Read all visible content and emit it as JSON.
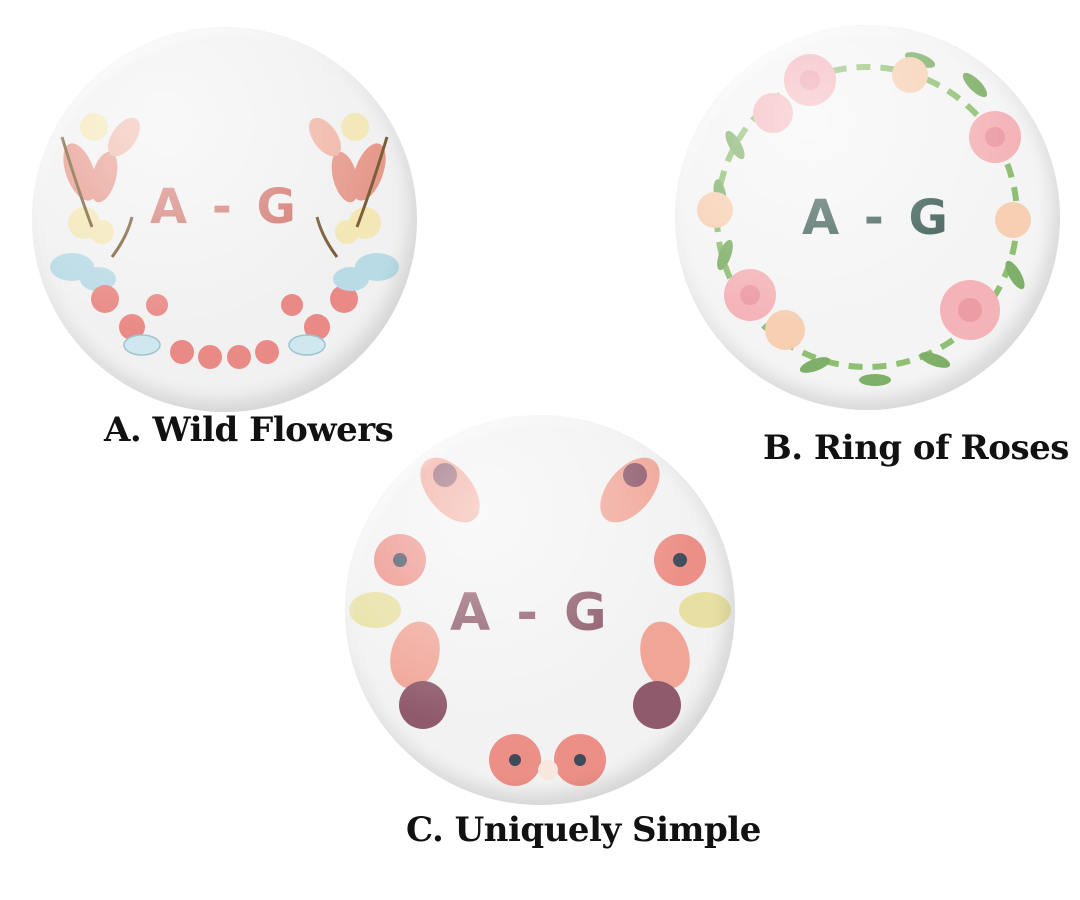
{
  "badges": {
    "a": {
      "monogram": "A - G",
      "caption": "A. Wild Flowers",
      "monogram_color": "#d37a72"
    },
    "b": {
      "monogram": "A - G",
      "caption": "B. Ring of Roses",
      "monogram_color": "#3f5f58"
    },
    "c": {
      "monogram": "A - G",
      "caption": "C. Uniquely Simple",
      "monogram_color": "#8a5565"
    }
  }
}
